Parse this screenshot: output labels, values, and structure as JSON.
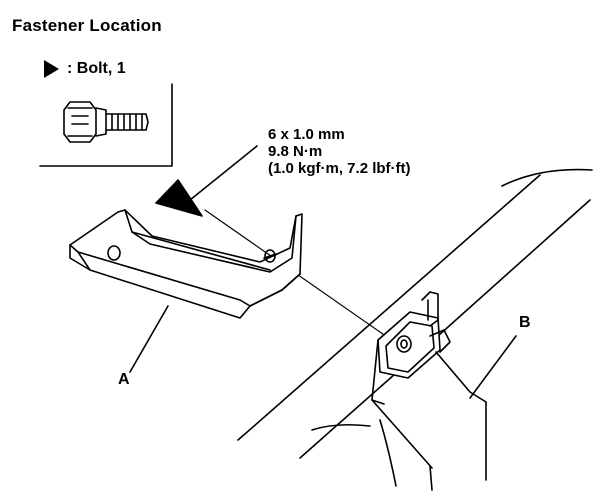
{
  "title": "Fastener Location",
  "legend": {
    "marker_icon": "triangle-marker-icon",
    "text": ": Bolt, 1"
  },
  "torque_spec": {
    "size": "6 x 1.0 mm",
    "torque_nm": "9.8 N·m",
    "torque_alt": "(1.0 kgf·m, 7.2 lbf·ft)"
  },
  "callouts": {
    "a": "A",
    "b": "B"
  }
}
